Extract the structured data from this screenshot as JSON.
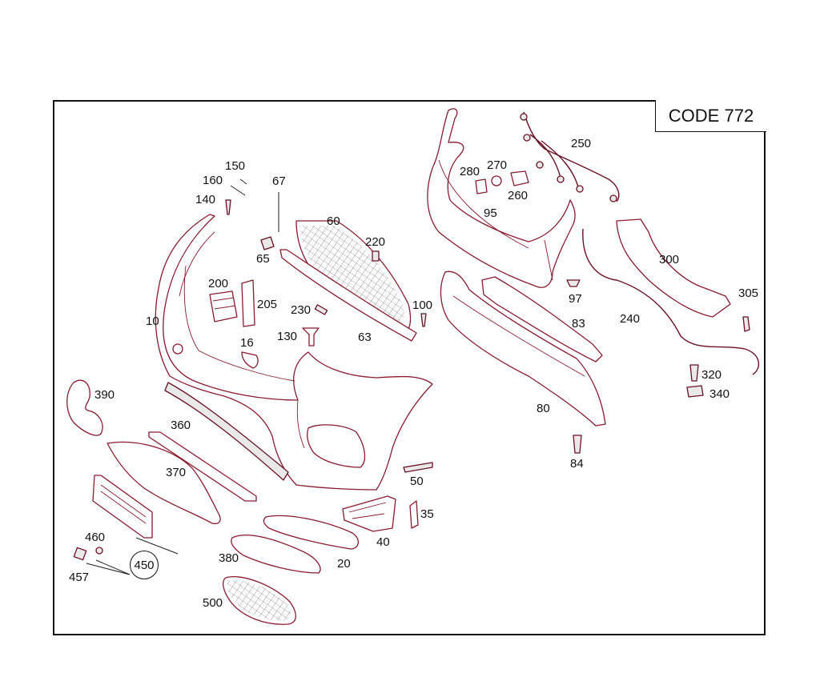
{
  "header": {
    "code_label": "CODE 772"
  },
  "callouts": {
    "c10": "10",
    "c16": "16",
    "c20": "20",
    "c35": "35",
    "c40": "40",
    "c50": "50",
    "c60": "60",
    "c63": "63",
    "c65": "65",
    "c67": "67",
    "c80": "80",
    "c83": "83",
    "c84": "84",
    "c95": "95",
    "c97": "97",
    "c100": "100",
    "c130": "130",
    "c140": "140",
    "c150": "150",
    "c160": "160",
    "c200": "200",
    "c205": "205",
    "c220": "220",
    "c230": "230",
    "c240": "240",
    "c250": "250",
    "c260": "260",
    "c270": "270",
    "c280": "280",
    "c300": "300",
    "c305": "305",
    "c320": "320",
    "c340": "340",
    "c360": "360",
    "c370": "370",
    "c380": "380",
    "c390": "390",
    "c450": "450",
    "c457": "457",
    "c460": "460",
    "c500": "500"
  },
  "colors": {
    "line": "#8a1a2c",
    "ink": "#111111",
    "background": "#ffffff"
  }
}
